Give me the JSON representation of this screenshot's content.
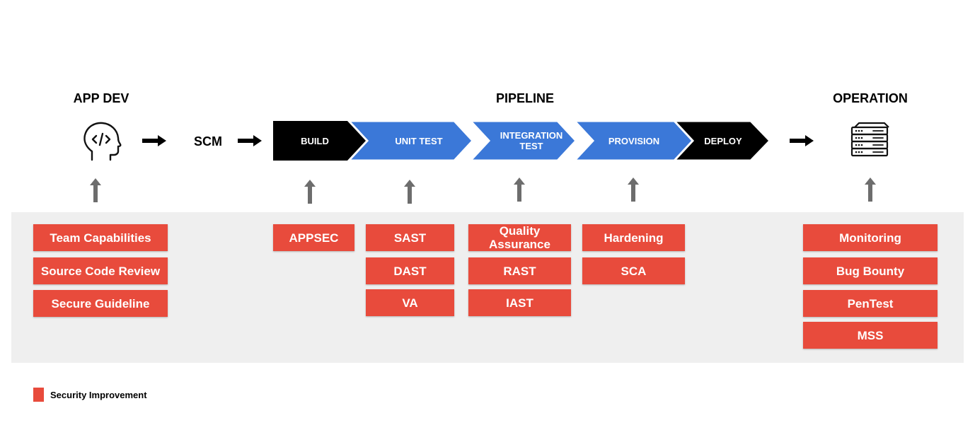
{
  "headings": {
    "app_dev": "APP DEV",
    "pipeline": "PIPELINE",
    "operation": "OPERATION",
    "scm": "SCM"
  },
  "icons": {
    "developer": "developer-head-code-icon",
    "server": "server-rack-icon",
    "flow_arrow": "right-arrow-icon",
    "up_arrow": "up-arrow-icon"
  },
  "pipeline_stages": [
    {
      "label": "BUILD",
      "color": "#000000"
    },
    {
      "label": "UNIT TEST",
      "color": "#3b78d8"
    },
    {
      "label": "INTEGRATION\nTEST",
      "color": "#3b78d8"
    },
    {
      "label": "PROVISION",
      "color": "#3b78d8"
    },
    {
      "label": "DEPLOY",
      "color": "#000000"
    }
  ],
  "security_groups": {
    "app_dev": [
      "Team Capabilities",
      "Source Code Review",
      "Secure Guideline"
    ],
    "build": [
      "APPSEC"
    ],
    "unit_test": [
      "SAST",
      "DAST",
      "VA"
    ],
    "integration_test": [
      "Quality Assurance",
      "RAST",
      "IAST"
    ],
    "provision": [
      "Hardening",
      "SCA"
    ],
    "operation": [
      "Monitoring",
      "Bug Bounty",
      "PenTest",
      "MSS"
    ]
  },
  "legend": {
    "label": "Security Improvement",
    "color": "#e84b3c"
  },
  "colors": {
    "security_box": "#e84b3c",
    "panel": "#efefef",
    "stage_blue": "#3b78d8",
    "stage_black": "#000000",
    "up_arrow": "#6d6d6d"
  }
}
